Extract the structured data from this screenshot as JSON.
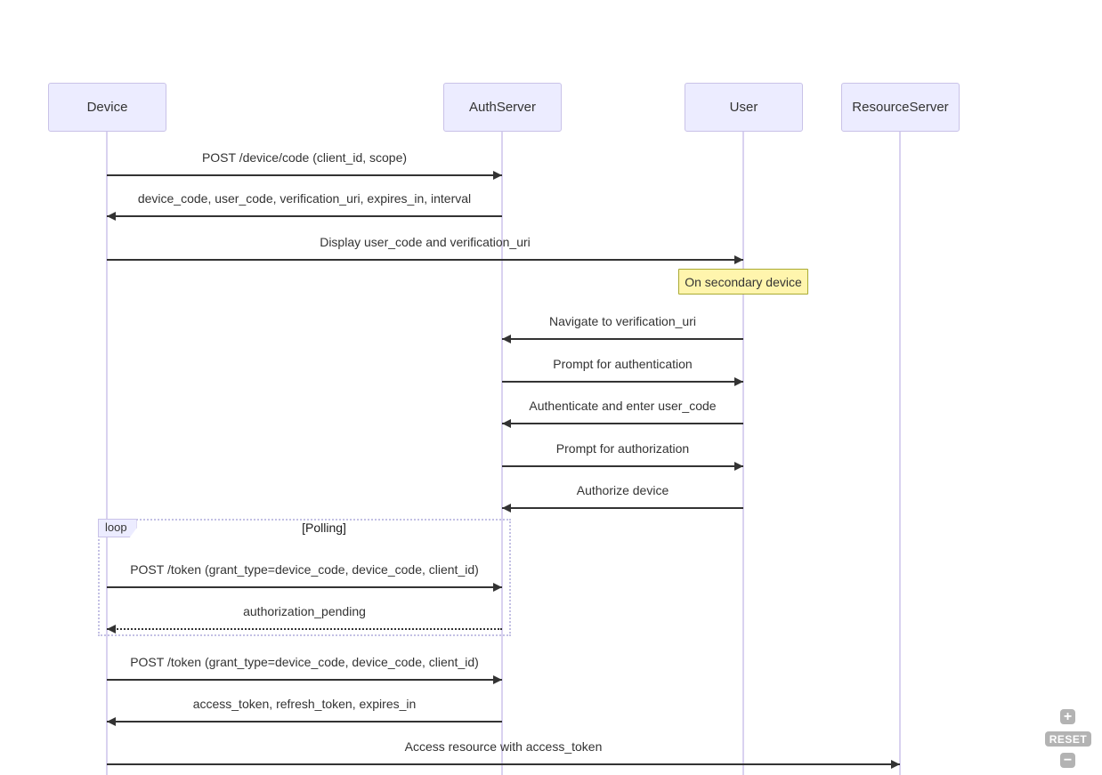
{
  "diagram": {
    "type": "sequence",
    "participants": [
      {
        "name": "Device"
      },
      {
        "name": "AuthServer"
      },
      {
        "name": "User"
      },
      {
        "name": "ResourceServer"
      }
    ],
    "messages": [
      {
        "text": "POST /device/code (client_id, scope)",
        "from": "Device",
        "to": "AuthServer",
        "line": "solid"
      },
      {
        "text": "device_code, user_code, verification_uri, expires_in, interval",
        "from": "AuthServer",
        "to": "Device",
        "line": "solid"
      },
      {
        "text": "Display user_code and verification_uri",
        "from": "Device",
        "to": "User",
        "line": "solid"
      },
      {
        "text": "Navigate to verification_uri",
        "from": "User",
        "to": "AuthServer",
        "line": "solid"
      },
      {
        "text": "Prompt for authentication",
        "from": "AuthServer",
        "to": "User",
        "line": "solid"
      },
      {
        "text": "Authenticate and enter user_code",
        "from": "User",
        "to": "AuthServer",
        "line": "solid"
      },
      {
        "text": "Prompt for authorization",
        "from": "AuthServer",
        "to": "User",
        "line": "solid"
      },
      {
        "text": "Authorize device",
        "from": "User",
        "to": "AuthServer",
        "line": "solid"
      },
      {
        "text": "POST /token (grant_type=device_code, device_code, client_id)",
        "from": "Device",
        "to": "AuthServer",
        "line": "solid"
      },
      {
        "text": "authorization_pending",
        "from": "AuthServer",
        "to": "Device",
        "line": "dashed"
      },
      {
        "text": "POST /token (grant_type=device_code, device_code, client_id)",
        "from": "Device",
        "to": "AuthServer",
        "line": "solid"
      },
      {
        "text": "access_token, refresh_token, expires_in",
        "from": "AuthServer",
        "to": "Device",
        "line": "solid"
      },
      {
        "text": "Access resource with access_token",
        "from": "Device",
        "to": "ResourceServer",
        "line": "solid"
      }
    ],
    "note": {
      "text": "On secondary device",
      "over": "User"
    },
    "loop": {
      "label": "loop",
      "condition": "[Polling]"
    },
    "colors": {
      "actor_fill": "#ECECFF",
      "actor_border": "#c9c2e8",
      "note_fill": "#fff5ad",
      "note_border": "#aaaa33",
      "arrow": "#333333",
      "lifeline": "#d9d2f0",
      "loop_border": "#c3c0e4",
      "text": "#333333"
    }
  },
  "controls": {
    "zoom_in": "+",
    "reset": "RESET",
    "zoom_out": "−"
  }
}
